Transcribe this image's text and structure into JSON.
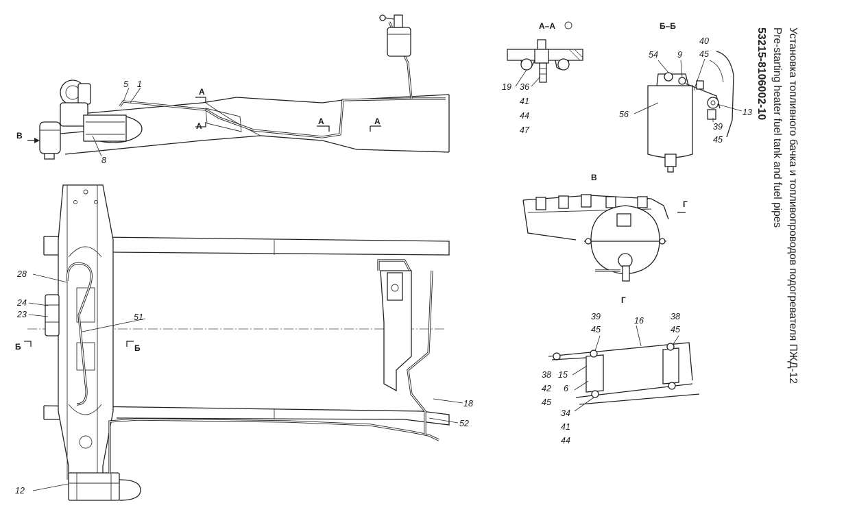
{
  "title": {
    "code": "53215-8106002-10",
    "ru": "Установка топливного бачка и топливопроводов подогревателя ПЖД-12",
    "en": "Pre-starting heater fuel tank and fuel pipes"
  },
  "sections": {
    "aa": "А–А",
    "bb": "Б–Б",
    "v": "В",
    "g": "Г"
  },
  "markers": {
    "a": "А",
    "b": "Б",
    "v": "В",
    "g": "Г"
  },
  "callouts": {
    "side_view": [
      "5",
      "1",
      "8"
    ],
    "plan_view": [
      "28",
      "24",
      "23",
      "51",
      "18",
      "52",
      "12"
    ],
    "section_aa": [
      "19",
      "36",
      "41",
      "44",
      "47"
    ],
    "section_bb": [
      "40",
      "45",
      "54",
      "9",
      "56",
      "13",
      "39",
      "45"
    ],
    "view_g": [
      "39",
      "45",
      "16",
      "38",
      "45",
      "38",
      "15",
      "42",
      "6",
      "45",
      "34",
      "41",
      "44"
    ]
  }
}
